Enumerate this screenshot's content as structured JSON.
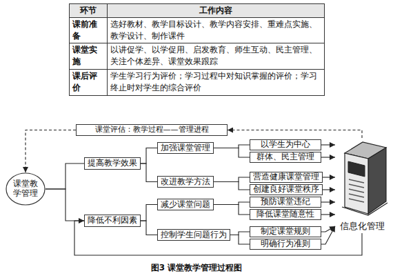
{
  "diagram": {
    "caption": "图3 课堂教学管理过程图",
    "nodes": [
      {
        "text": [
          "课堂评估：教学过程——管理进程"
        ]
      },
      {
        "text": [
          "课堂教学管理"
        ]
      },
      {
        "text": [
          "提高教学效果"
        ]
      },
      {
        "text": [
          "降低不利因素"
        ]
      },
      {
        "text": [
          "加强课堂管理"
        ]
      },
      {
        "text": [
          "改进教学方法"
        ]
      },
      {
        "text": [
          "减少课堂问题"
        ]
      },
      {
        "text": [
          "控制学生问题行为"
        ]
      },
      {
        "text": [
          "以学生为中心"
        ]
      },
      {
        "text": [
          "群体、民主管理"
        ]
      },
      {
        "text": [
          "营造健康课堂管理"
        ]
      },
      {
        "text": [
          "创建良好课堂秩序"
        ]
      },
      {
        "text": [
          "预防课堂违纪"
        ]
      },
      {
        "text": [
          "降低课堂随意性"
        ]
      },
      {
        "text": [
          "制定课堂规则"
        ]
      },
      {
        "text": [
          "明确行为准则"
        ]
      },
      {
        "text": [
          "信息化管理"
        ]
      }
    ],
    "edges": [
      {
        "from": 16,
        "to": 0,
        "arrow": "to"
      },
      {
        "from": 0,
        "to": 1,
        "arrow": "to"
      },
      {
        "from": 1,
        "to": 2,
        "arrow": "none"
      },
      {
        "from": 1,
        "to": 3,
        "arrow": "none"
      },
      {
        "from": 2,
        "to": 4,
        "arrow": "none"
      },
      {
        "from": 2,
        "to": 5,
        "arrow": "none"
      },
      {
        "from": 3,
        "to": 6,
        "arrow": "none"
      },
      {
        "from": 3,
        "to": 7,
        "arrow": "none"
      },
      {
        "from": 4,
        "to": 8,
        "arrow": "none"
      },
      {
        "from": 4,
        "to": 9,
        "arrow": "none"
      },
      {
        "from": 5,
        "to": 10,
        "arrow": "none"
      },
      {
        "from": 5,
        "to": 11,
        "arrow": "none"
      },
      {
        "from": 6,
        "to": 12,
        "arrow": "none"
      },
      {
        "from": 6,
        "to": 13,
        "arrow": "none"
      },
      {
        "from": 7,
        "to": 14,
        "arrow": "none"
      },
      {
        "from": 7,
        "to": 15,
        "arrow": "none"
      },
      {
        "from": 8,
        "to": 16,
        "arrow": "to"
      },
      {
        "from": 9,
        "to": 16,
        "arrow": "to"
      },
      {
        "from": 10,
        "to": 16,
        "arrow": "to"
      },
      {
        "from": 11,
        "to": 16,
        "arrow": "to"
      },
      {
        "from": 12,
        "to": 16,
        "arrow": "to"
      },
      {
        "from": 13,
        "to": 16,
        "arrow": "to"
      },
      {
        "from": 14,
        "to": 16,
        "arrow": "to"
      },
      {
        "from": 15,
        "to": 16,
        "arrow": "to"
      },
      {
        "from": 16,
        "to": 3,
        "arrow": "to"
      }
    ],
    "labels": [
      "环节",
      "工作内容",
      "课前准备",
      "选好教材、教学目标设计、教学内容安排、重难点实施、教学设计、制作课件",
      "课堂实施",
      "以讲促学、以学促用、启发教育、师生互动、民主管理、关注个体差异、课堂效果跟踪",
      "课后评价",
      "学生学习行为评价；学习过程中对知识掌握的评价；学习终止时对学生的综合评价"
    ]
  }
}
